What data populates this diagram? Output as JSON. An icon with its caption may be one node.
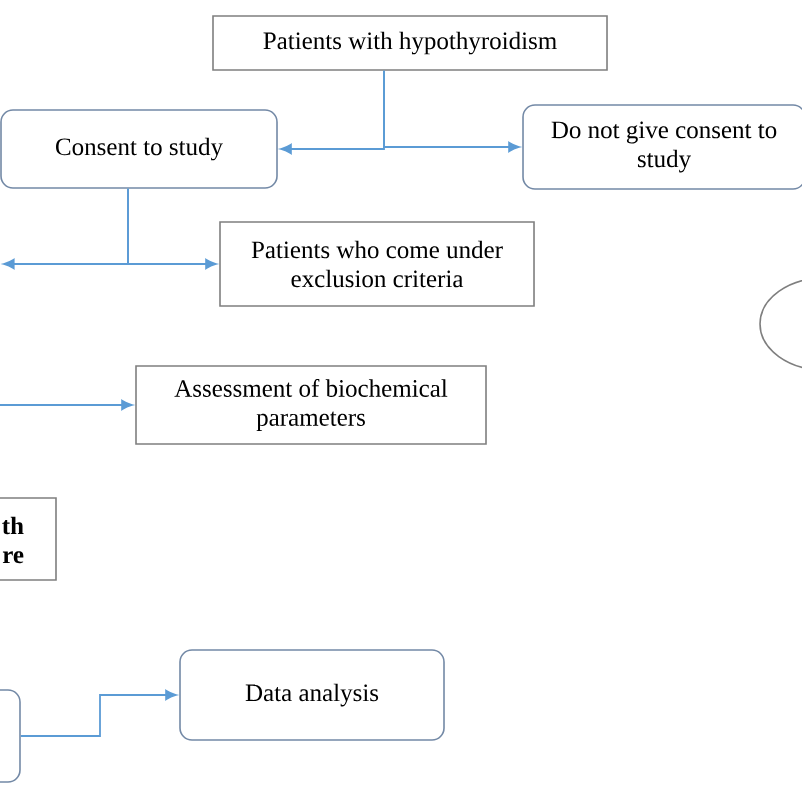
{
  "diagram": {
    "nodes": [
      {
        "text": [
          "Patients with hypothyroidism"
        ]
      },
      {
        "text": [
          "Consent to study"
        ]
      },
      {
        "text": [
          "Do not give consent to study"
        ]
      },
      {
        "text": [
          "Patients who come under exclusion criteria"
        ]
      },
      {
        "text": [],
        "shape": "ellipse"
      },
      {
        "text": [
          "Assessment of biochemical parameters"
        ]
      },
      {
        "text": [
          "th re"
        ]
      },
      {
        "text": [],
        "shape": "box"
      },
      {
        "text": [
          "Data analysis"
        ]
      }
    ],
    "edges": [
      {
        "from": 0,
        "to": 1,
        "arrow": "to"
      },
      {
        "from": 0,
        "to": 2,
        "arrow": "to"
      },
      {
        "from": 1,
        "to": null,
        "arrow": "to"
      },
      {
        "from": 1,
        "to": 3,
        "arrow": "to"
      },
      {
        "from": null,
        "to": 5,
        "arrow": "to"
      },
      {
        "from": 7,
        "to": 8,
        "arrow": "to"
      }
    ]
  }
}
